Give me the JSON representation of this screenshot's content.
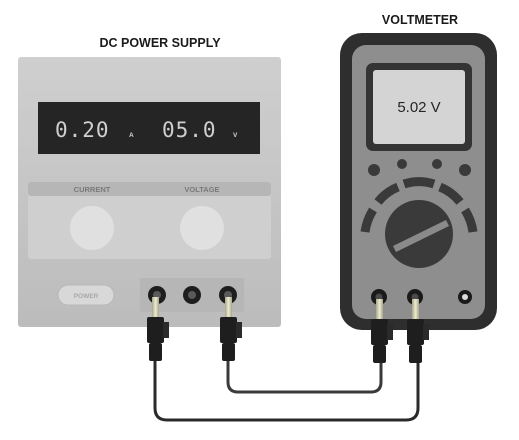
{
  "power_supply": {
    "title": "DC POWER SUPPLY",
    "current_display": "0.20",
    "current_unit": "A",
    "voltage_display": "05.0",
    "voltage_unit": "V",
    "current_knob_label": "CURRENT",
    "voltage_knob_label": "VOLTAGE",
    "power_button_label": "POWER"
  },
  "voltmeter": {
    "title": "VOLTMETER",
    "reading": "5.02 V"
  },
  "colors": {
    "psu_body": "#c4c4c4",
    "display_bg": "#252525",
    "meter_body": "#2e2e2e",
    "meter_face": "#8e8e8e",
    "lcd": "#d4d4d4",
    "probe_tip": "#d8d6b4",
    "wire": "#2a2a2a"
  }
}
